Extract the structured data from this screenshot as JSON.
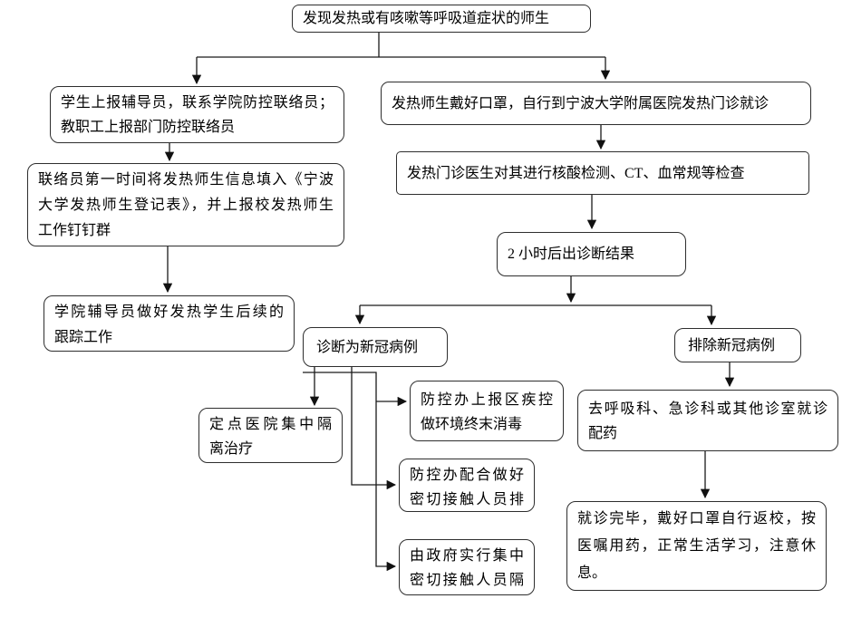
{
  "boxes": {
    "discover": {
      "lines": [
        "发现发热或有咳嗽等呼吸道症状的师生"
      ]
    },
    "report": {
      "lines": [
        "学生上报辅导员，联系学院防控联络员；",
        "教职工上报部门防控联络员"
      ]
    },
    "register": {
      "lines": [
        "联络员第一时间将发热师生信息填入《宁波",
        "大学发热师生登记表》，并上报校发热师生",
        "工作钉钉群"
      ]
    },
    "followup": {
      "lines": [
        "学院辅导员做好发热学生后续的",
        "跟踪工作"
      ]
    },
    "clinic": {
      "lines": [
        "发热师生戴好口罩，自行到宁波大学附属医院发热门诊就诊"
      ]
    },
    "tests": {
      "lines": [
        "发热门诊医生对其进行核酸检测、CT、血常规等检查"
      ]
    },
    "result": {
      "lines": [
        "2 小时后出诊断结果"
      ]
    },
    "diagnosed": {
      "lines": [
        "诊断为新冠病例"
      ]
    },
    "excluded": {
      "lines": [
        "排除新冠病例"
      ]
    },
    "isolation": {
      "lines": [
        "定点医院集中隔",
        "离治疗"
      ]
    },
    "cdc": {
      "lines": [
        "防控办上报区疾控",
        "做环境终末消毒"
      ]
    },
    "contact": {
      "lines": [
        "防控办配合做好",
        "密切接触人员排"
      ]
    },
    "government": {
      "lines": [
        "由政府实行集中",
        "密切接触人员隔"
      ]
    },
    "respiratory": {
      "lines": [
        "去呼吸科、急诊科或其他诊室就诊",
        "配药"
      ]
    },
    "return": {
      "lines": [
        "就诊完毕，戴好口罩自行返校，按",
        "医嘱用药，正常生活学习，注意休",
        "息。"
      ]
    }
  },
  "colors": {
    "background": "#ffffff",
    "box_border": "#2e2e2e",
    "connector": "#1a1a1a",
    "text": "#000000"
  }
}
